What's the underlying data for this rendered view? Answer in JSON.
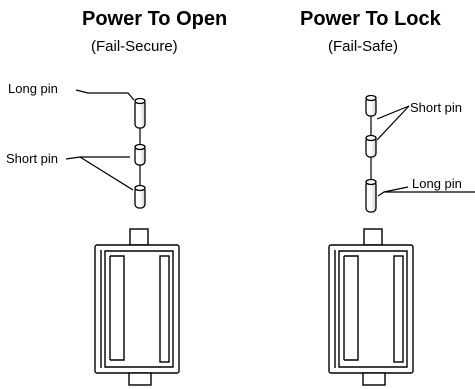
{
  "left_panel": {
    "title": "Power To Open",
    "subtitle": "(Fail-Secure)",
    "long_pin_label": "Long pin",
    "short_pin_label": "Short pin"
  },
  "right_panel": {
    "title": "Power To Lock",
    "subtitle": "(Fail-Safe)",
    "short_pin_label": "Short pin",
    "long_pin_label": "Long pin"
  },
  "icons": {
    "pin": "pin-icon",
    "strike_body": "door-strike-icon"
  }
}
